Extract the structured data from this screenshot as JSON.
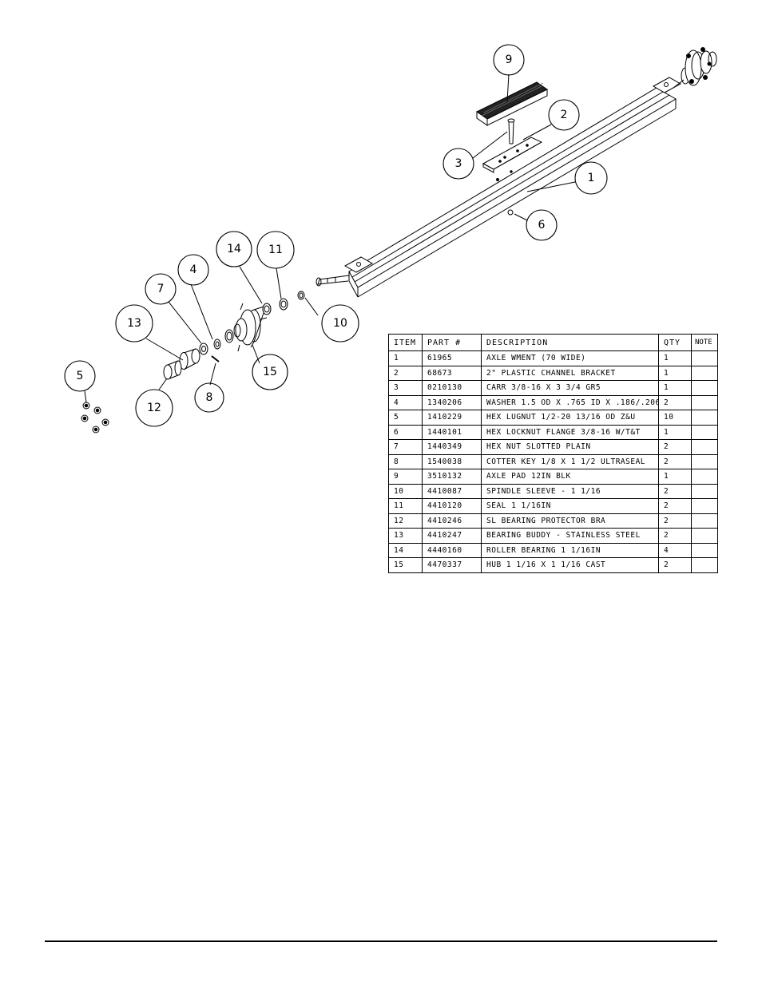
{
  "callouts": [
    "1",
    "2",
    "3",
    "4",
    "5",
    "6",
    "7",
    "8",
    "9",
    "10",
    "11",
    "12",
    "13",
    "14",
    "15"
  ],
  "table": {
    "headers": {
      "item": "ITEM",
      "part": "PART #",
      "description": "DESCRIPTION",
      "qty": "QTY",
      "note": "NOTE"
    },
    "rows": [
      {
        "item": "1",
        "part": "61965",
        "description": "AXLE WMENT (70 WIDE)",
        "qty": "1",
        "note": ""
      },
      {
        "item": "2",
        "part": "68673",
        "description": "2\" PLASTIC CHANNEL BRACKET",
        "qty": "1",
        "note": ""
      },
      {
        "item": "3",
        "part": "0210130",
        "description": "CARR 3/8-16 X 3 3/4 GR5",
        "qty": "1",
        "note": ""
      },
      {
        "item": "4",
        "part": "1340206",
        "description": "WASHER 1.5 OD X .765 ID X .186/.206",
        "qty": "2",
        "note": ""
      },
      {
        "item": "5",
        "part": "1410229",
        "description": "HEX LUGNUT 1/2-20 13/16 OD Z&U",
        "qty": "10",
        "note": ""
      },
      {
        "item": "6",
        "part": "1440101",
        "description": "HEX LOCKNUT FLANGE 3/8-16 W/T&T",
        "qty": "1",
        "note": ""
      },
      {
        "item": "7",
        "part": "1440349",
        "description": "HEX NUT SLOTTED PLAIN",
        "qty": "2",
        "note": ""
      },
      {
        "item": "8",
        "part": "1540038",
        "description": "COTTER KEY 1/8 X 1 1/2 ULTRASEAL",
        "qty": "2",
        "note": ""
      },
      {
        "item": "9",
        "part": "3510132",
        "description": "AXLE PAD 12IN  BLK",
        "qty": "1",
        "note": ""
      },
      {
        "item": "10",
        "part": "4410087",
        "description": "SPINDLE SLEEVE - 1 1/16",
        "qty": "2",
        "note": ""
      },
      {
        "item": "11",
        "part": "4410120",
        "description": "SEAL  1 1/16IN",
        "qty": "2",
        "note": ""
      },
      {
        "item": "12",
        "part": "4410246",
        "description": "SL BEARING PROTECTOR BRA",
        "qty": "2",
        "note": ""
      },
      {
        "item": "13",
        "part": "4410247",
        "description": "BEARING BUDDY - STAINLESS STEEL",
        "qty": "2",
        "note": ""
      },
      {
        "item": "14",
        "part": "4440160",
        "description": "ROLLER BEARING   1 1/16IN",
        "qty": "4",
        "note": ""
      },
      {
        "item": "15",
        "part": "4470337",
        "description": "HUB  1 1/16 X 1 1/16 CAST",
        "qty": "2",
        "note": ""
      }
    ]
  }
}
